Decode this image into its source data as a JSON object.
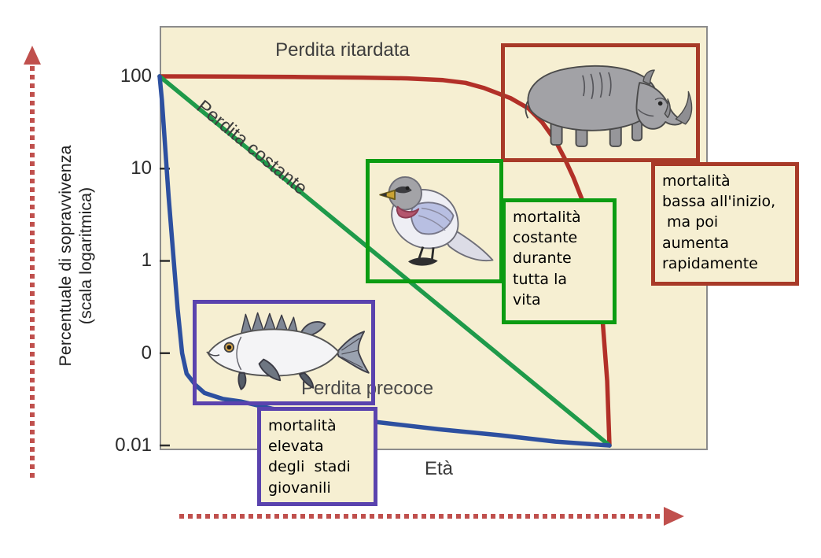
{
  "chart_data": {
    "type": "line",
    "title": "",
    "xlabel": "Età",
    "ylabel": "Percentuale di sopravvivenza (scala logaritmica)",
    "ylabel_lines": [
      "Percentuale di sopravvivenza",
      "(scala logaritmica)"
    ],
    "y_scale": "log",
    "y_ticks": [
      "100",
      "10",
      "1",
      "0",
      "0.01"
    ],
    "y_range": [
      0.01,
      100
    ],
    "x_range_relative_age": [
      0,
      100
    ],
    "grid": false,
    "legend": "labels on curves",
    "series": [
      {
        "name": "Perdita ritardata",
        "color": "#b23028",
        "points": [
          [
            0,
            100
          ],
          [
            15,
            99.5
          ],
          [
            30,
            98.5
          ],
          [
            45,
            97
          ],
          [
            55,
            95
          ],
          [
            63,
            91
          ],
          [
            68,
            85
          ],
          [
            72,
            75
          ],
          [
            78,
            58
          ],
          [
            82,
            45
          ],
          [
            85,
            32
          ],
          [
            88,
            20
          ],
          [
            90,
            13
          ],
          [
            92,
            8
          ],
          [
            94,
            4.5
          ],
          [
            96,
            1.8
          ],
          [
            97.5,
            0.7
          ],
          [
            98.5,
            0.22
          ],
          [
            99.5,
            0.05
          ],
          [
            100,
            0.01
          ]
        ]
      },
      {
        "name": "Perdita costante",
        "color": "#1f9a4a",
        "points": [
          [
            0,
            100
          ],
          [
            25,
            10
          ],
          [
            50,
            1
          ],
          [
            75,
            0.1
          ],
          [
            100,
            0.01
          ]
        ]
      },
      {
        "name": "Perdita precoce",
        "color": "#2d50a0",
        "points": [
          [
            0,
            100
          ],
          [
            0.5,
            55
          ],
          [
            1,
            25
          ],
          [
            1.5,
            11
          ],
          [
            2,
            5
          ],
          [
            3,
            1.2
          ],
          [
            4,
            0.3
          ],
          [
            5,
            0.1
          ],
          [
            6,
            0.06
          ],
          [
            8,
            0.045
          ],
          [
            10,
            0.037
          ],
          [
            14,
            0.032
          ],
          [
            18,
            0.03
          ],
          [
            25,
            0.025
          ],
          [
            35,
            0.021
          ],
          [
            48,
            0.018
          ],
          [
            62,
            0.015
          ],
          [
            75,
            0.013
          ],
          [
            88,
            0.011
          ],
          [
            100,
            0.01
          ]
        ]
      }
    ]
  },
  "annotations": {
    "ritardata": {
      "text": "mortalità\nbassa all'inizio,\n ma poi\naumenta\nrapidamente",
      "border_color": "#a83a28"
    },
    "costante": {
      "text": "mortalità\ncostante\ndurante\ntutta la\nvita",
      "border_color": "#0b9c12"
    },
    "precoce": {
      "text": "mortalità\nelevata\ndegli  stadi\ngiovanili",
      "border_color": "#5a43ae"
    }
  },
  "figures": {
    "rhino_box_color": "#a83a28",
    "bird_box_color": "#0b9c12",
    "fish_box_color": "#5a43ae"
  },
  "arrows": {
    "color": "#c0504d"
  }
}
